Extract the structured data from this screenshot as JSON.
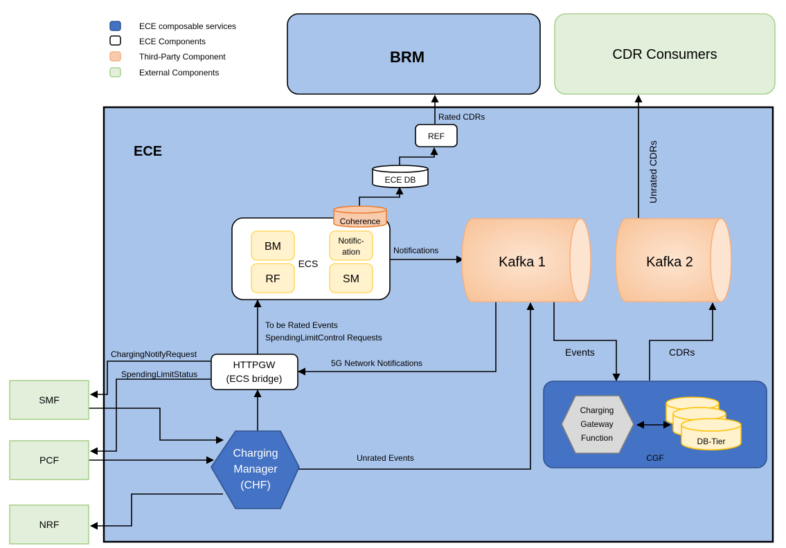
{
  "legend": {
    "items": [
      {
        "label": "ECE composable services",
        "color": "#4472c4",
        "stroke": "#2f528f"
      },
      {
        "label": "ECE Components",
        "color": "#ffffff",
        "stroke": "#000000"
      },
      {
        "label": "Third-Party Component",
        "color": "#f8cbad",
        "stroke": "#f4b183"
      },
      {
        "label": "External Components",
        "color": "#e2efda",
        "stroke": "#a9d18e"
      }
    ]
  },
  "nodes": {
    "brm": "BRM",
    "cdr_consumers": "CDR Consumers",
    "ece": "ECE",
    "ref": "REF",
    "ece_db": "ECE DB",
    "coherence": "Coherence",
    "ecs": "ECS",
    "bm": "BM",
    "rf": "RF",
    "notification_line1": "Notific-",
    "notification_line2": "ation",
    "sm": "SM",
    "kafka1": "Kafka 1",
    "kafka2": "Kafka 2",
    "httpgw_line1": "HTTPGW",
    "httpgw_line2": "(ECS bridge)",
    "chf_line1": "Charging",
    "chf_line2": "Manager",
    "chf_line3": "(CHF)",
    "cgf": "CGF",
    "cgf_func_line1": "Charging",
    "cgf_func_line2": "Gateway",
    "cgf_func_line3": "Function",
    "db_tier": "DB-Tier",
    "smf": "SMF",
    "pcf": "PCF",
    "nrf": "NRF"
  },
  "edges": {
    "rated_cdrs": "Rated CDRs",
    "unrated_cdrs": "Unrated CDRs",
    "notifications": "Notifications",
    "to_be_rated_line1": "To be Rated Events",
    "to_be_rated_line2": "SpendingLimitControl Requests",
    "charging_notify_request": "ChargingNotifyRequest",
    "spending_limit_status": "SpendingLimitStatus",
    "network_notifications": "5G Network Notifications",
    "events": "Events",
    "cdrs": "CDRs",
    "unrated_events": "Unrated Events"
  },
  "colors": {
    "ece_bg": "#a9c4eb",
    "service_blue": "#4472c4",
    "third_party": "#f8cbad",
    "third_party_stroke": "#f4b183",
    "external": "#e2efda",
    "external_stroke": "#a9d18e",
    "module_fill": "#fff2cc",
    "module_stroke": "#ffd966",
    "hex_grey": "#d9d9d9"
  }
}
